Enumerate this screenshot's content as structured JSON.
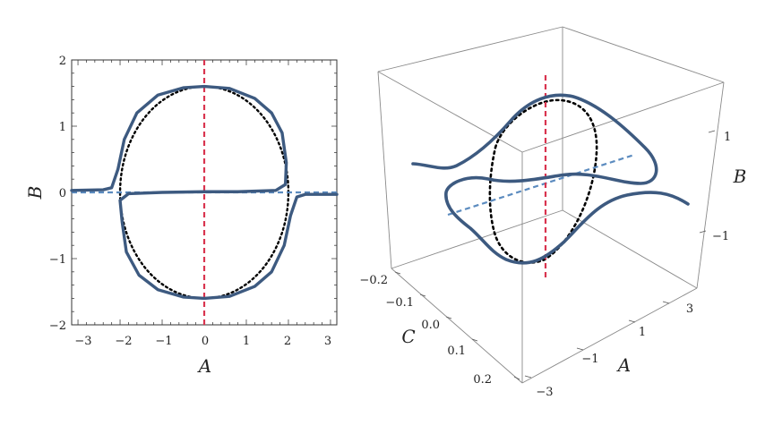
{
  "chart_data": [
    {
      "type": "line",
      "title": "",
      "xlabel": "A",
      "ylabel": "B",
      "xlim": [
        -3.15,
        3.15
      ],
      "ylim": [
        -2,
        2
      ],
      "x_ticks": [
        "−3",
        "−2",
        "−1",
        "0",
        "1",
        "2",
        "3"
      ],
      "y_ticks": [
        "−2",
        "−1",
        "0",
        "1",
        "2"
      ],
      "grid": false,
      "series": [
        {
          "style": "solid",
          "color": "#3d5a80",
          "points": [
            [
              -3.15,
              0.03
            ],
            [
              -2.4,
              0.04
            ],
            [
              -2.2,
              0.07
            ],
            [
              -2.05,
              0.35
            ],
            [
              -1.9,
              0.8
            ],
            [
              -1.6,
              1.2
            ],
            [
              -1.1,
              1.47
            ],
            [
              -0.5,
              1.58
            ],
            [
              0,
              1.6
            ],
            [
              0.6,
              1.57
            ],
            [
              1.2,
              1.42
            ],
            [
              1.6,
              1.2
            ],
            [
              1.85,
              0.9
            ],
            [
              1.95,
              0.45
            ],
            [
              1.93,
              0.12
            ],
            [
              1.7,
              0.03
            ],
            [
              0.8,
              0.01
            ],
            [
              0,
              0.01
            ],
            [
              -1,
              0
            ],
            [
              -1.8,
              -0.02
            ],
            [
              -2.0,
              -0.12
            ],
            [
              -1.95,
              -0.45
            ],
            [
              -1.85,
              -0.9
            ],
            [
              -1.55,
              -1.25
            ],
            [
              -1.1,
              -1.47
            ],
            [
              -0.5,
              -1.58
            ],
            [
              0,
              -1.6
            ],
            [
              0.6,
              -1.57
            ],
            [
              1.2,
              -1.42
            ],
            [
              1.6,
              -1.2
            ],
            [
              1.9,
              -0.8
            ],
            [
              2.05,
              -0.35
            ],
            [
              2.2,
              -0.07
            ],
            [
              2.4,
              -0.03
            ],
            [
              3.15,
              -0.03
            ]
          ]
        },
        {
          "style": "dotted",
          "color": "#000000",
          "kind": "ellipse",
          "center": [
            0,
            0
          ],
          "radii": [
            2,
            1.6
          ]
        },
        {
          "style": "dashed",
          "color": "#d9344f",
          "points": [
            [
              0,
              -2
            ],
            [
              0,
              2
            ]
          ]
        },
        {
          "style": "dashed",
          "color": "#5b8bbf",
          "points": [
            [
              -3.15,
              0
            ],
            [
              3.15,
              0
            ]
          ]
        }
      ]
    },
    {
      "type": "line",
      "projection": "3d",
      "title": "",
      "xlabel": "A",
      "ylabel": "B",
      "zlabel": "C",
      "xlim": [
        -3.3,
        3.3
      ],
      "ylim": [
        -1.8,
        1.8
      ],
      "zlim": [
        -0.22,
        0.22
      ],
      "a_ticks": [
        "−3",
        "−1",
        "1",
        "3"
      ],
      "b_ticks": [
        "−1",
        "1"
      ],
      "c_ticks": [
        "−0.2",
        "−0.1",
        "0.0",
        "0.1",
        "0.2"
      ],
      "series": [
        {
          "style": "solid",
          "color": "#3d5a80",
          "name": ""
        },
        {
          "style": "dotted",
          "color": "#000000",
          "name": ""
        },
        {
          "style": "dashed",
          "color": "#d9344f",
          "name": ""
        },
        {
          "style": "dashed",
          "color": "#5b8bbf",
          "name": ""
        }
      ]
    }
  ],
  "panel_left": {
    "xlabel": "A",
    "ylabel": "B",
    "x_ticks": [
      "−3",
      "−2",
      "−1",
      "0",
      "1",
      "2",
      "3"
    ],
    "y_ticks": [
      "−2",
      "−1",
      "0",
      "1",
      "2"
    ]
  },
  "panel_right": {
    "a_label": "A",
    "b_label": "B",
    "c_label": "C",
    "a_ticks": [
      "−3",
      "−1",
      "1",
      "3"
    ],
    "b_ticks": [
      "−1",
      "1"
    ],
    "c_ticks": [
      "−0.2",
      "−0.1",
      "0.0",
      "0.1",
      "0.2"
    ]
  },
  "colors": {
    "curve": "#3d5a80",
    "ellipse": "#000000",
    "vertical_dash": "#d9344f",
    "horizontal_dash": "#5b8bbf",
    "frame": "#333333",
    "box": "#8a8a8a"
  }
}
